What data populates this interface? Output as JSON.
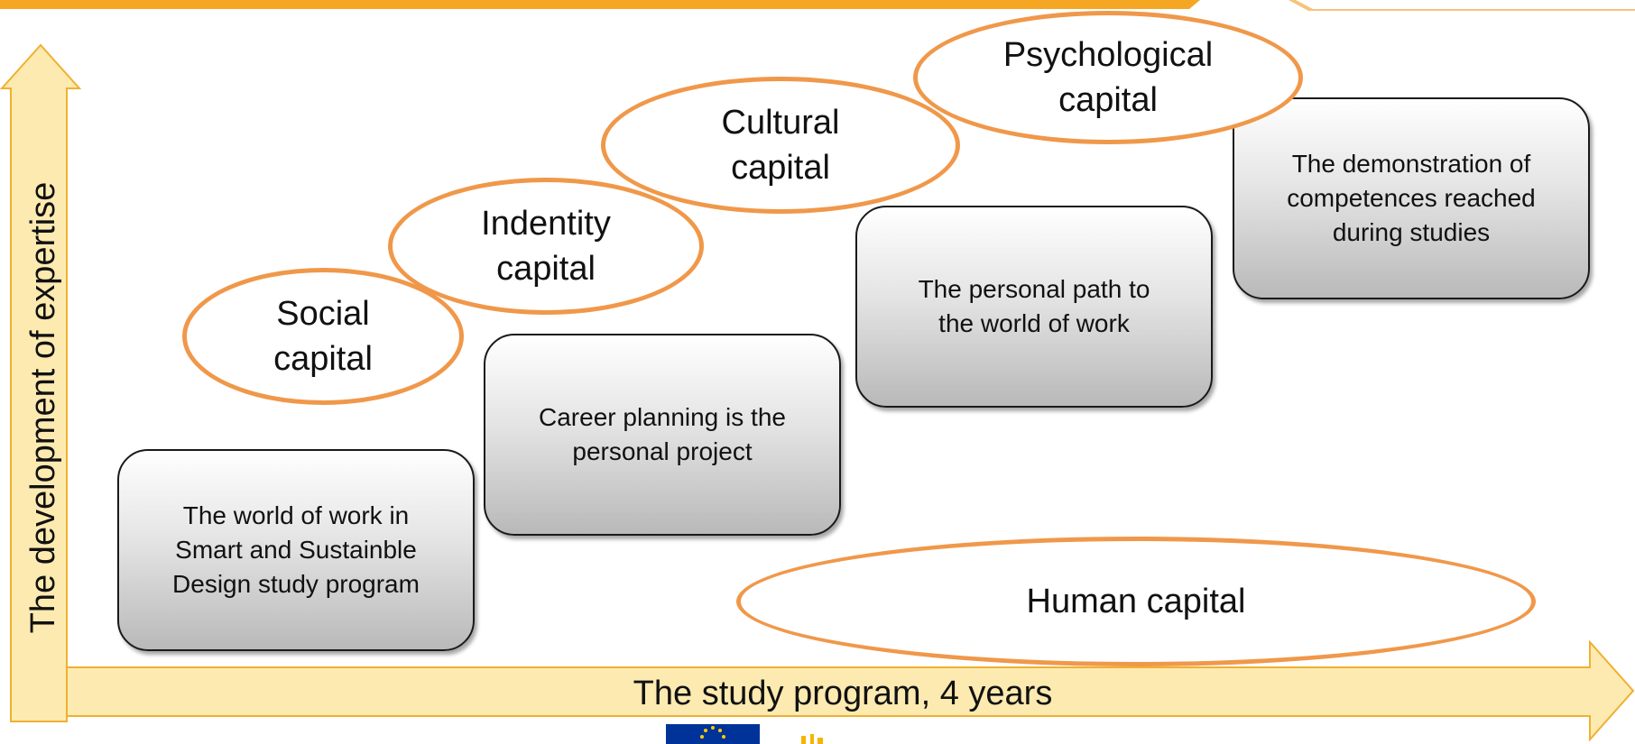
{
  "axes": {
    "x_label": "The study program, 4 years",
    "y_label": "The development of expertise"
  },
  "steps": [
    {
      "text": "The world of work in\nSmart and Sustainble\nDesign study program"
    },
    {
      "text": "Career planning is the\npersonal project"
    },
    {
      "text": "The personal path to\nthe world of work"
    },
    {
      "text": "The demonstration of\ncompetences reached\nduring studies"
    }
  ],
  "capitals": [
    {
      "text": "Social\ncapital"
    },
    {
      "text": "Indentity\ncapital"
    },
    {
      "text": "Cultural\ncapital"
    },
    {
      "text": "Psychological\ncapital"
    },
    {
      "text": "Human capital"
    }
  ],
  "colors": {
    "accent_orange": "#f0984a",
    "axis_fill": "#fdeab0",
    "axis_stroke": "#f0b030",
    "eu_blue": "#003399",
    "eu_gold": "#ffcc00"
  }
}
